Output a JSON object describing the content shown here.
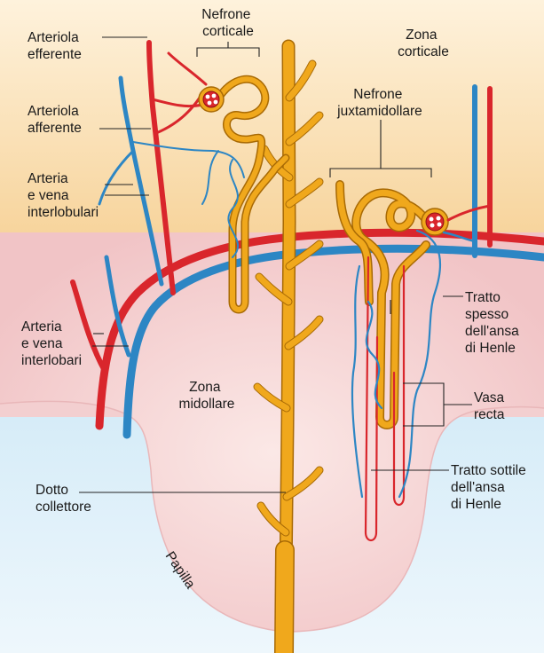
{
  "labels": {
    "nefrone_corticale": [
      "Nefrone",
      "corticale"
    ],
    "zona_corticale": [
      "Zona",
      "corticale"
    ],
    "arteriola_efferente": [
      "Arteriola",
      "efferente"
    ],
    "arteriola_afferente": [
      "Arteriola",
      "afferente"
    ],
    "nefrone_juxtamidollare": [
      "Nefrone",
      "juxtamidollare"
    ],
    "arteria_vena_interlobulari": [
      "Arteria",
      "e vena",
      "interlobulari"
    ],
    "tratto_spesso": [
      "Tratto",
      "spesso",
      "dell'ansa",
      "di Henle"
    ],
    "arteria_vena_interlobari": [
      "Arteria",
      "e vena",
      "interlobari"
    ],
    "zona_midollare": [
      "Zona",
      "midollare"
    ],
    "vasa_recta": [
      "Vasa",
      "recta"
    ],
    "tratto_sottile": [
      "Tratto sottile",
      "dell'ansa",
      "di Henle"
    ],
    "dotto_collettore": [
      "Dotto",
      "collettore"
    ],
    "papilla": "Papilla"
  },
  "colors": {
    "cortex_top": "#fde6bf",
    "cortex_bottom": "#f8d8a4",
    "medulla": "#f4cfd0",
    "medulla_glow": "#fbe6e4",
    "pelvis": "#dff0fa",
    "artery": "#d9262c",
    "vein": "#2d86c4",
    "tubule": "#f0a81c"
  }
}
